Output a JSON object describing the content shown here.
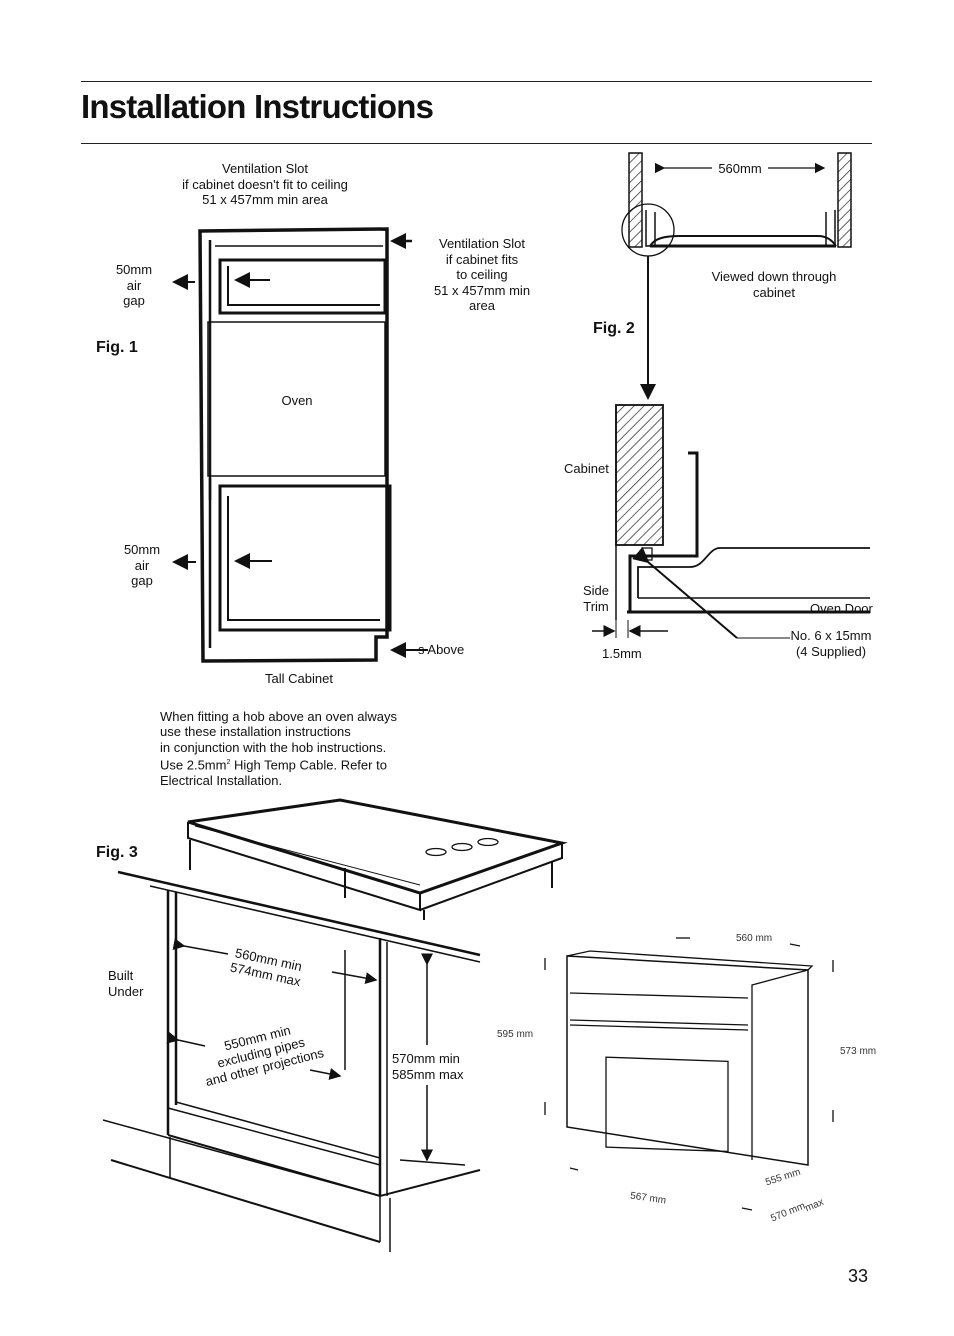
{
  "page": {
    "title": "Installation Instructions",
    "page_number": "33"
  },
  "fig1": {
    "label": "Fig. 1",
    "vent_top": [
      "Ventilation Slot",
      "if cabinet doesn't fit to ceiling",
      "51 x 457mm min area"
    ],
    "vent_right": [
      "Ventilation Slot",
      "if cabinet fits",
      "to ceiling",
      "51 x 457mm min",
      "area"
    ],
    "air_gap_top": [
      "50mm",
      "air",
      "gap"
    ],
    "air_gap_bottom": [
      "50mm",
      "air",
      "gap"
    ],
    "oven": "Oven",
    "above": "s Above",
    "tall_cabinet": "Tall Cabinet"
  },
  "fig2": {
    "label": "Fig. 2",
    "width": "560mm",
    "viewed": [
      "Viewed down through",
      "cabinet"
    ],
    "cabinet": "Cabinet",
    "side_trim": [
      "Side",
      "Trim"
    ],
    "oven_door": "Oven Door",
    "gap": "1.5mm",
    "screw": [
      "No. 6 x 15mm",
      "(4 Supplied)"
    ]
  },
  "note": {
    "line1": "When fitting a hob above an oven always",
    "line2": "use these installation instructions",
    "line3": "in conjunction with the hob instructions.",
    "line4a": "Use 2.5mm",
    "line4sup": "2",
    "line4b": " High Temp Cable. Refer to",
    "line5": "Electrical Installation."
  },
  "fig3": {
    "label": "Fig. 3",
    "built_under": [
      "Built",
      "Under"
    ],
    "width_range": [
      "560mm min",
      "574mm max"
    ],
    "depth": [
      "550mm min",
      "excluding pipes",
      "and other projections"
    ],
    "height_range": [
      "570mm min",
      "585mm max"
    ],
    "dim_width": "560 mm",
    "dim_height_left": "595 mm",
    "dim_height_right": "573 mm",
    "dim_depth": "567 mm",
    "dim_small1": "555 mm",
    "dim_small2": "570 mm",
    "dim_small3": "max"
  }
}
